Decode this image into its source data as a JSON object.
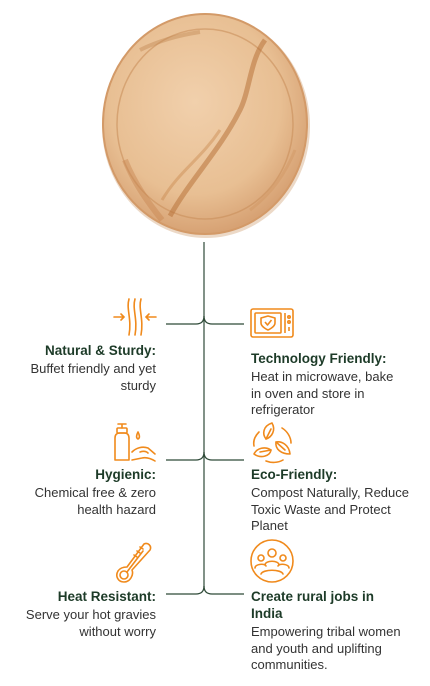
{
  "colors": {
    "accent": "#f08a1c",
    "line": "#2e4a38",
    "title": "#1d3b28",
    "text": "#333333"
  },
  "features": {
    "natural": {
      "icon": "compress-arrows-icon",
      "title": "Natural & Sturdy:",
      "desc": "Buffet friendly and yet sturdy"
    },
    "technology": {
      "icon": "microwave-shield-icon",
      "title": "Technology Friendly:",
      "desc": "Heat in microwave, bake in oven and store in refrigerator"
    },
    "hygienic": {
      "icon": "hand-wash-icon",
      "title": "Hygienic:",
      "desc": "Chemical free & zero health hazard"
    },
    "eco": {
      "icon": "recycle-leaves-icon",
      "title": "Eco-Friendly:",
      "desc": "Compost Naturally, Reduce Toxic Waste and Protect Planet"
    },
    "heat": {
      "icon": "thermometer-icon",
      "title": "Heat Resistant:",
      "desc": "Serve your hot gravies without worry"
    },
    "jobs": {
      "icon": "community-people-icon",
      "title": "Create rural jobs in India",
      "desc": "Empowering tribal women and youth and uplifting communities."
    }
  }
}
